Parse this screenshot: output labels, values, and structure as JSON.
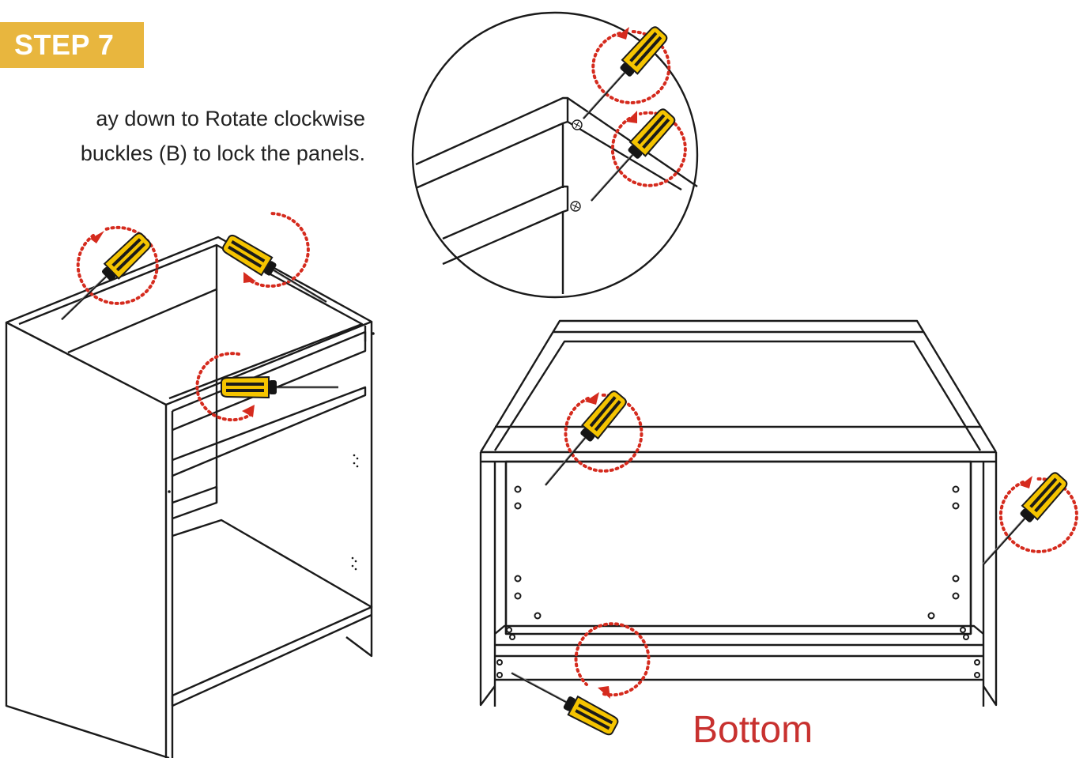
{
  "step": {
    "label": "STEP 7"
  },
  "instruction": {
    "line1": "ay down to Rotate clockwise",
    "line2": "buckles (B) to lock the panels."
  },
  "bottom_label": "Bottom",
  "colors": {
    "badge": "#E8B63E",
    "arrow_red": "#D52B1E",
    "label_red": "#C8312F",
    "handle_yellow": "#F5C400",
    "line": "#1A1A1A"
  },
  "icons": [
    "screwdriver-icon",
    "rotate-clockwise-arrow-icon"
  ]
}
